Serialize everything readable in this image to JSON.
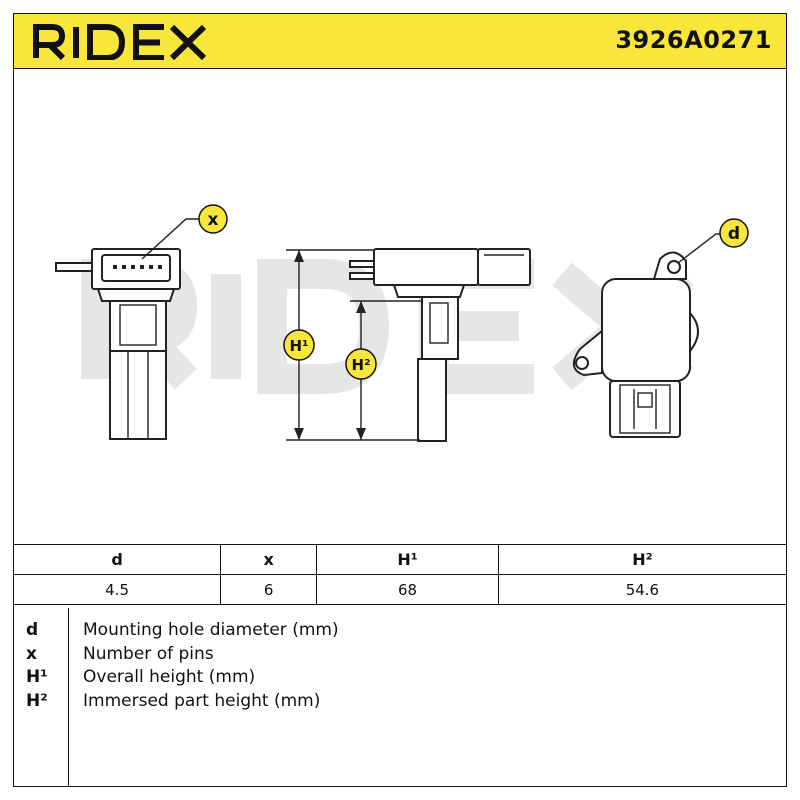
{
  "header": {
    "brand": "RIDEX",
    "part_number": "3926A0271"
  },
  "callouts": {
    "x": "x",
    "d": "d",
    "h1": "H¹",
    "h2": "H²"
  },
  "specs": {
    "columns": [
      "d",
      "x",
      "H¹",
      "H²"
    ],
    "values": [
      "4.5",
      "6",
      "68",
      "54.6"
    ]
  },
  "legend": [
    {
      "symbol": "d",
      "description": "Mounting hole diameter (mm)"
    },
    {
      "symbol": "x",
      "description": "Number of pins"
    },
    {
      "symbol": "H¹",
      "description": "Overall height (mm)"
    },
    {
      "symbol": "H²",
      "description": "Immersed part height (mm)"
    }
  ],
  "colors": {
    "header_bg": "#f9e63a",
    "callout_bg": "#f9e63a",
    "watermark": "#e6e6e6",
    "ink": "#111111"
  }
}
